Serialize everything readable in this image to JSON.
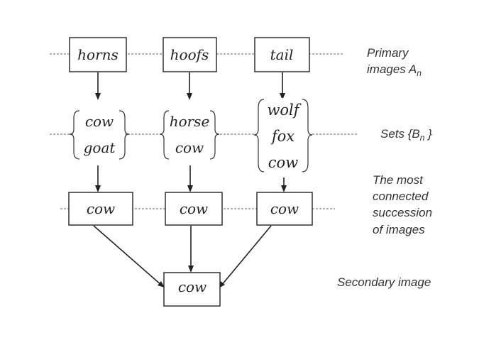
{
  "rows": {
    "primary": {
      "items": [
        "horns",
        "hoofs",
        "tail"
      ],
      "label_line1": "Primary",
      "label_line2_prefix": "images A",
      "label_line2_sub": "n"
    },
    "sets": {
      "groups": [
        [
          "cow",
          "goat"
        ],
        [
          "horse",
          "cow"
        ],
        [
          "wolf",
          "fox",
          "cow"
        ]
      ],
      "label_prefix": "Sets {B",
      "label_sub": "n",
      "label_suffix": " }"
    },
    "succession": {
      "items": [
        "cow",
        "cow",
        "cow"
      ],
      "label_lines": [
        "The most",
        "connected",
        "succession",
        "of images"
      ]
    },
    "secondary": {
      "item": "cow",
      "label": "Secondary image"
    }
  }
}
